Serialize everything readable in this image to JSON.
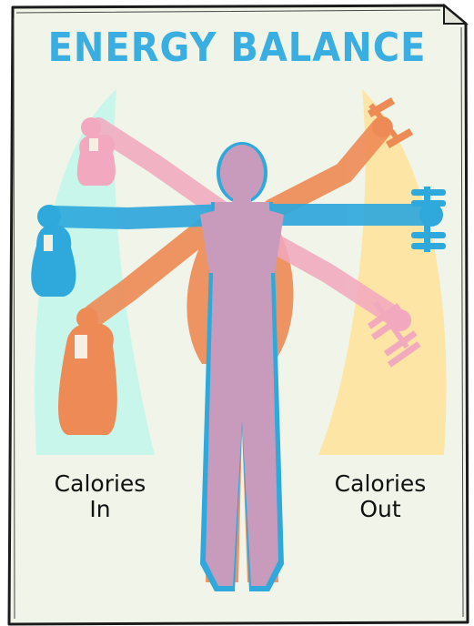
{
  "title": "ENERGY BALANCE",
  "labels": {
    "in_line1": "Calories",
    "in_line2": "In",
    "out_line1": "Calories",
    "out_line2": "Out"
  },
  "colors": {
    "title": "#3aaee0",
    "card_background": "#f1f4e9",
    "calories_in_zone": "#c8f6ea",
    "calories_out_zone": "#fde5a5",
    "figure_center": "#c89bbc",
    "figure_blue": "#2fa8dc",
    "figure_orange": "#ee8a55",
    "figure_pink": "#f2a8be"
  },
  "icons": [
    "grocery-bag-pink-icon",
    "grocery-bag-blue-icon",
    "grocery-bag-orange-icon",
    "dumbbell-orange-icon",
    "dumbbell-blue-icon",
    "dumbbell-pink-icon"
  ]
}
